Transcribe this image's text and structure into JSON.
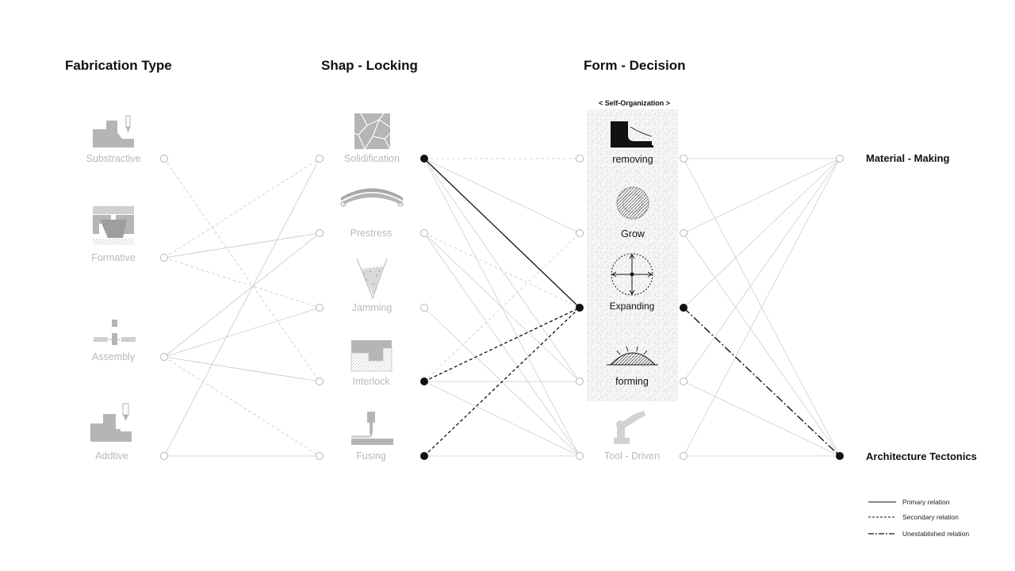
{
  "headings": {
    "fabrication": "Fabrication Type",
    "shape": "Shap - Locking",
    "form": "Form - Decision"
  },
  "fabrication_types": [
    "Substractive",
    "Formative",
    "Assembly",
    "Addtive"
  ],
  "shape_locking": [
    "Solidification",
    "Prestress",
    "Jamming",
    "Interlock",
    "Fusing"
  ],
  "form_decision": {
    "group_label": "< Self-Organization >",
    "items": [
      "removing",
      "Grow",
      "Expanding",
      "forming",
      "Tool - Driven"
    ]
  },
  "outcomes": [
    "Material - Making",
    "Architecture Tectonics"
  ],
  "legend": {
    "primary": "Primary relation",
    "secondary": "Secondary relation",
    "unestablished": "Unestablished relation"
  },
  "colors": {
    "inactive": "#b9b9b9",
    "active": "#111111",
    "texture": "#d6d6d6"
  }
}
